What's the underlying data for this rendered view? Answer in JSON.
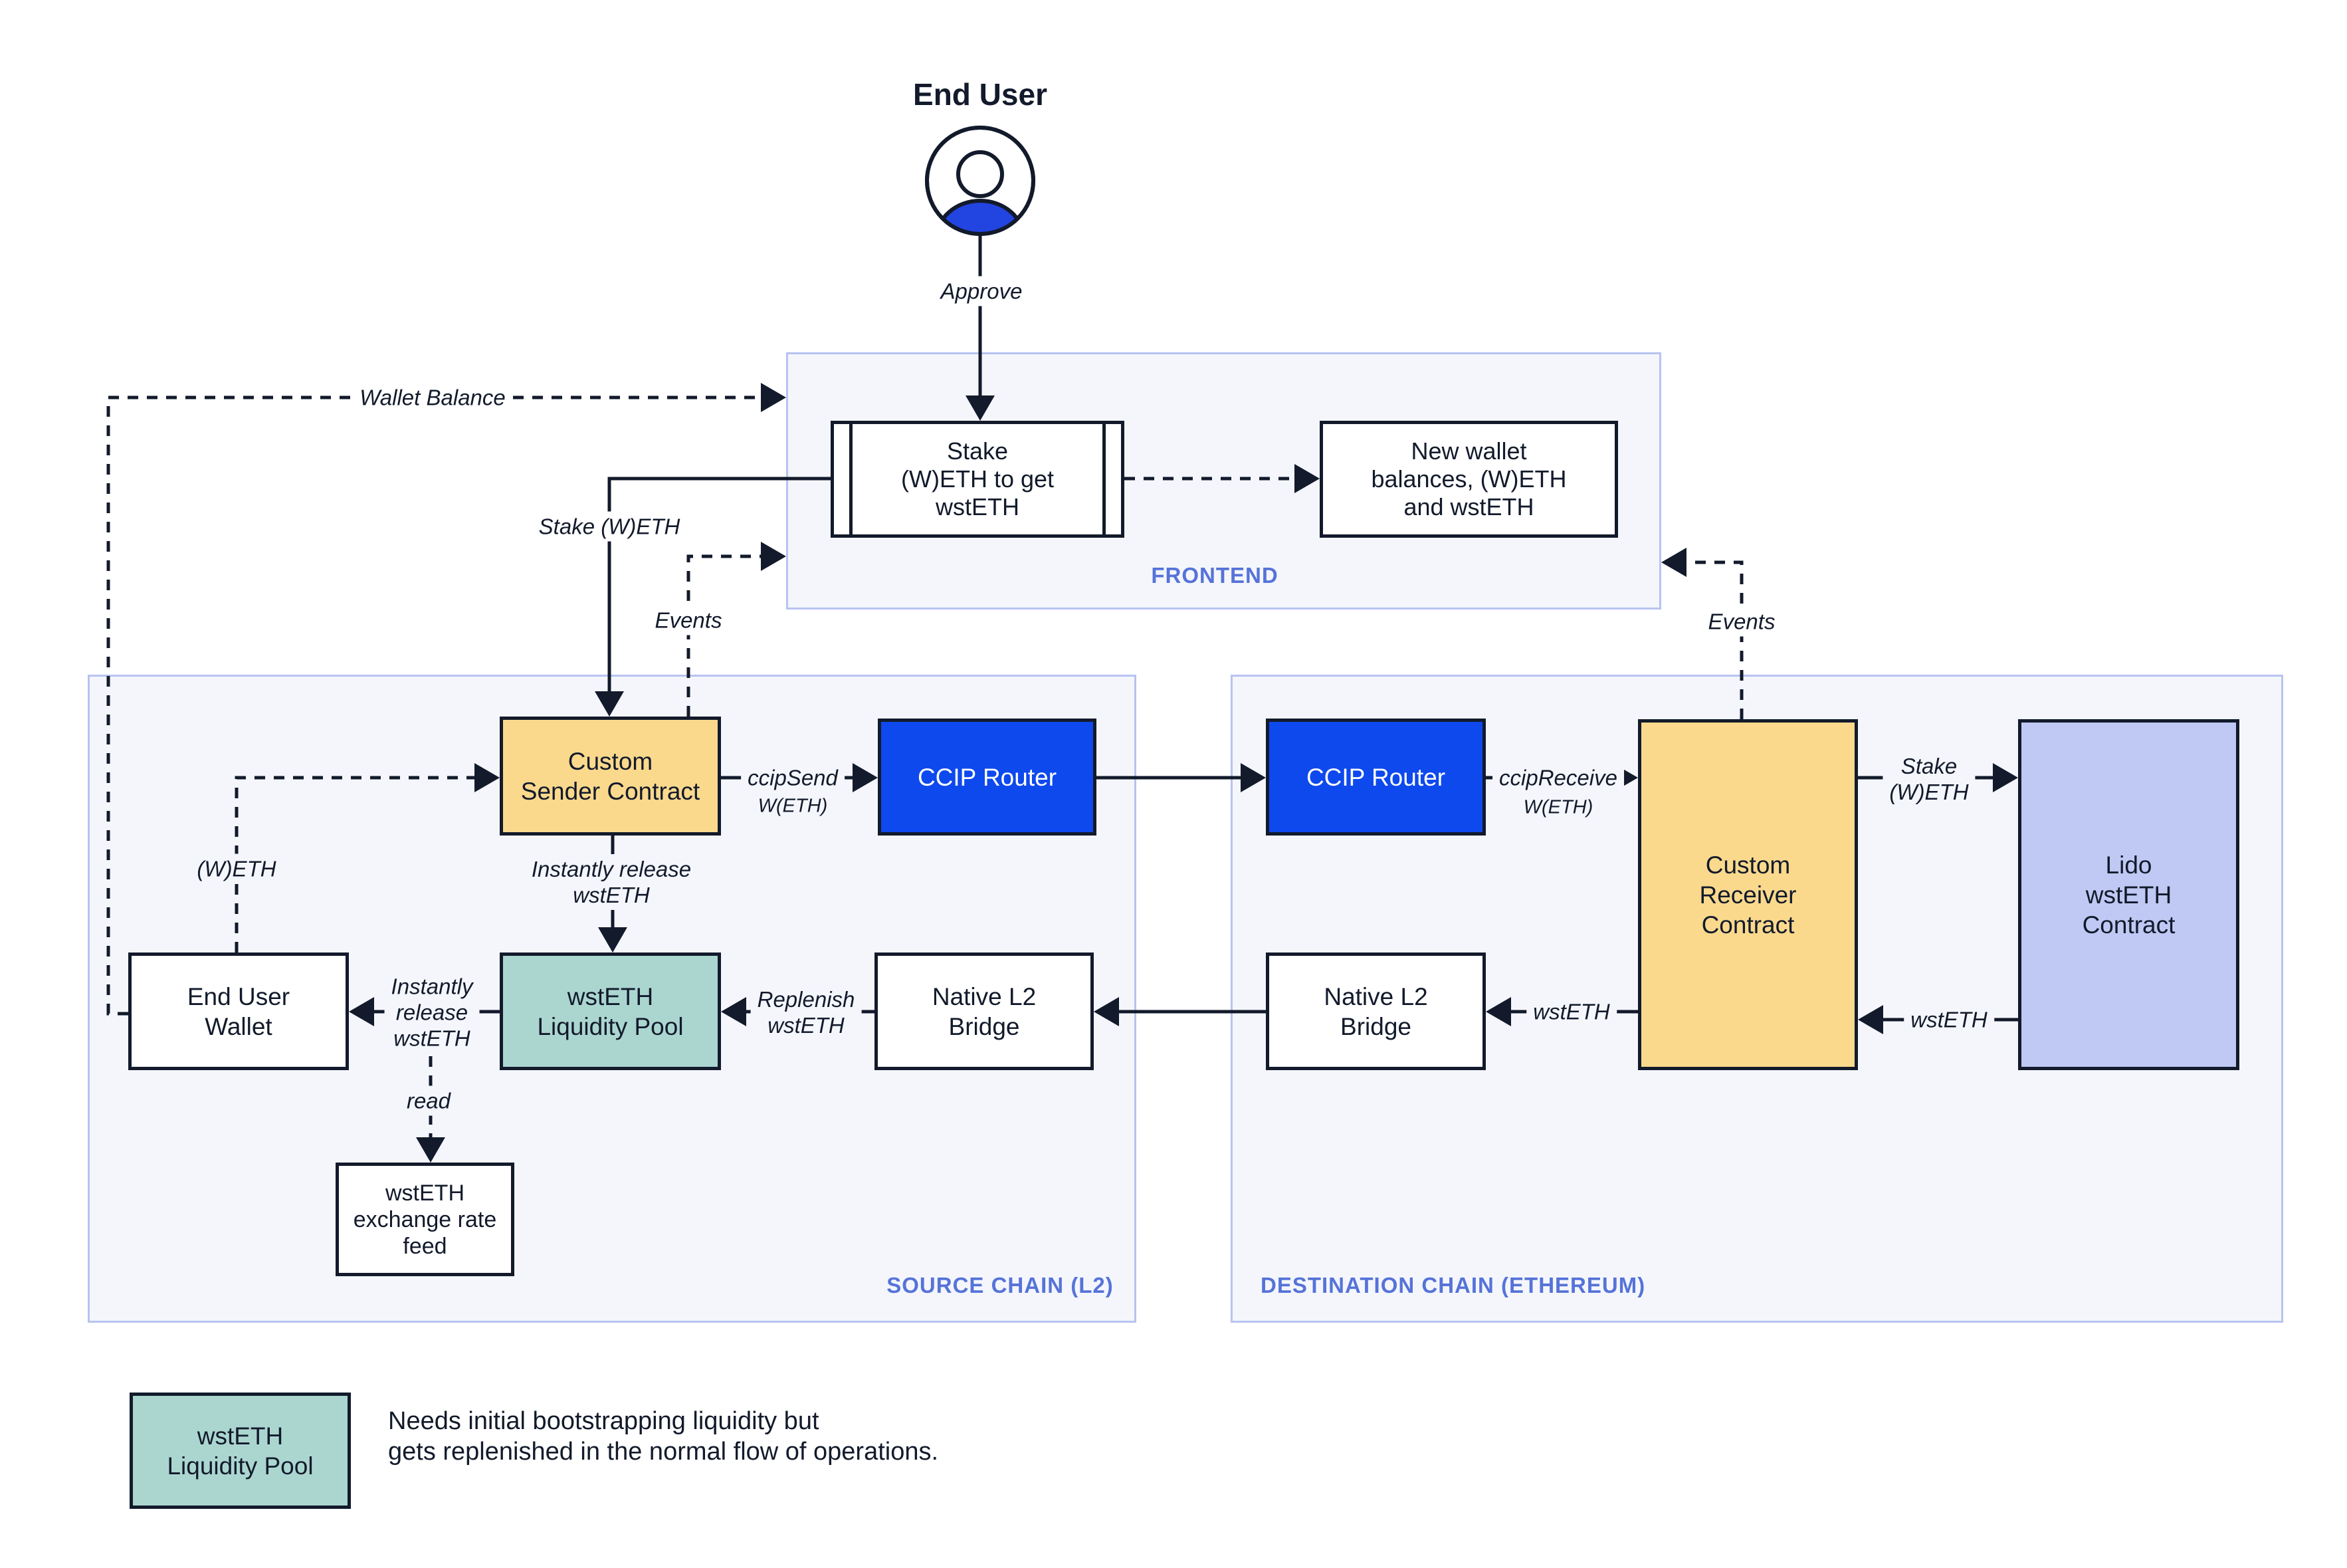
{
  "person": {
    "title": "End User",
    "icon": "person-icon"
  },
  "frontend": {
    "label": "FRONTEND",
    "stake_box": "Stake\n(W)ETH to get\nwstETH",
    "new_wallet_box": "New wallet\nbalances, (W)ETH\nand wstETH"
  },
  "source_chain": {
    "label": "SOURCE CHAIN (L2)",
    "custom_sender": "Custom\nSender Contract",
    "ccip_router": "CCIP Router",
    "end_user_wallet": "End User\nWallet",
    "liquidity_pool": "wstETH\nLiquidity Pool",
    "native_bridge": "Native L2\nBridge",
    "exchange_feed": "wstETH\nexchange rate\nfeed"
  },
  "destination_chain": {
    "label": "DESTINATION CHAIN (ETHEREUM)",
    "ccip_router": "CCIP Router",
    "custom_receiver": "Custom\nReceiver\nContract",
    "native_bridge": "Native L2\nBridge",
    "lido_contract": "Lido\nwstETH\nContract"
  },
  "edge_labels": {
    "approve": "Approve",
    "wallet_balance": "Wallet Balance",
    "stake_weth": "Stake (W)ETH",
    "events_left": "Events",
    "events_right": "Events",
    "ccip_send": "ccipSend",
    "ccip_send_sub": "W(ETH)",
    "ccip_receive": "ccipReceive",
    "ccip_receive_sub": "W(ETH)",
    "stake_weth_dest": "Stake\n(W)ETH",
    "weth": "(W)ETH",
    "instantly_release_sender": "Instantly release\nwstETH",
    "instantly_release_wallet": "Instantly\nrelease\nwstETH",
    "replenish": "Replenish\nwstETH",
    "wsteth_to_bridge": "wstETH",
    "wsteth_from_lido": "wstETH",
    "read": "read"
  },
  "legend": {
    "box_label": "wstETH\nLiquidity Pool",
    "note": "Needs initial bootstrapping liquidity but\ngets replenished in the normal flow of operations."
  },
  "colors": {
    "ink": "#121a2b",
    "panel_fill": "#f4f6fc",
    "panel_border": "#b7c3f0",
    "panel_label": "#5673d8",
    "node_yellow": "#fad98d",
    "node_blue": "#0e49ee",
    "node_teal": "#abd6d0",
    "node_purple": "#bfc9f3",
    "person_blue": "#2244e0"
  }
}
